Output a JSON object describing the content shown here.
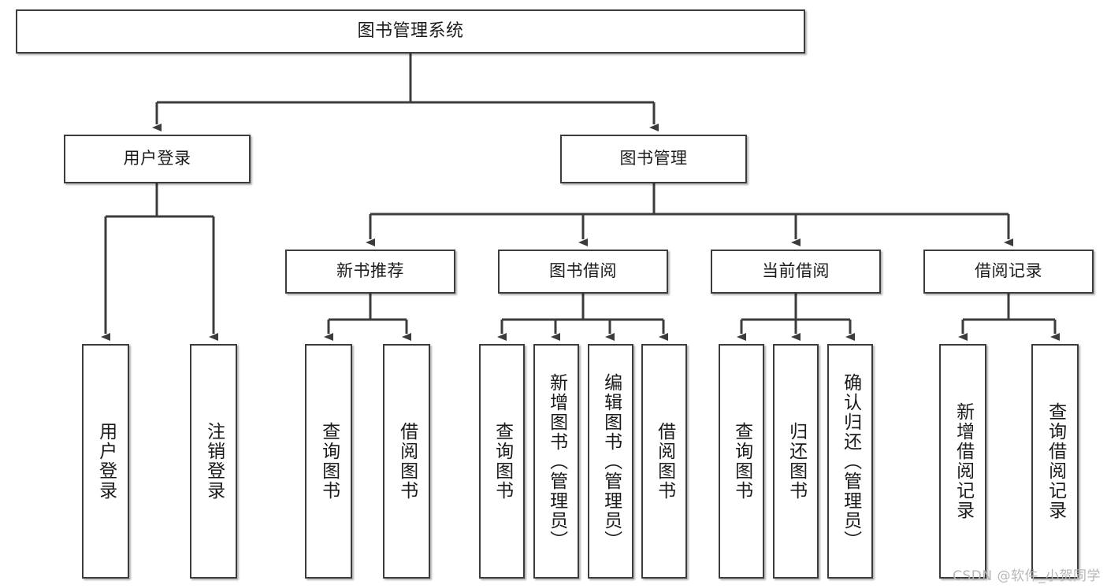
{
  "diagram": {
    "title": "图书管理系统",
    "type": "hierarchy-tree",
    "root": {
      "label": "图书管理系统"
    },
    "level2": [
      {
        "label": "用户登录"
      },
      {
        "label": "图书管理"
      }
    ],
    "level3": [
      {
        "label": "新书推荐"
      },
      {
        "label": "图书借阅"
      },
      {
        "label": "当前借阅"
      },
      {
        "label": "借阅记录"
      }
    ],
    "leaves": {
      "user_login": [
        {
          "label": "用户登录"
        },
        {
          "label": "注销登录"
        }
      ],
      "new_book_recommend": [
        {
          "label": "查询图书"
        },
        {
          "label": "借阅图书"
        }
      ],
      "book_borrow": [
        {
          "label": "查询图书"
        },
        {
          "label": "新增图书（管理员）"
        },
        {
          "label": "编辑图书（管理员）"
        },
        {
          "label": "借阅图书"
        }
      ],
      "current_borrow": [
        {
          "label": "查询图书"
        },
        {
          "label": "归还图书"
        },
        {
          "label": "确认归还（管理员）"
        }
      ],
      "borrow_record": [
        {
          "label": "新增借阅记录"
        },
        {
          "label": "查询借阅记录"
        }
      ]
    }
  },
  "watermark": {
    "text": "CSDN @软件_小贺同学"
  },
  "colors": {
    "border": "#3c3c3c",
    "fill": "#ffffff",
    "text": "#1b1b1b",
    "edge": "#3c3c3c",
    "watermark": "#b6b6b6"
  }
}
